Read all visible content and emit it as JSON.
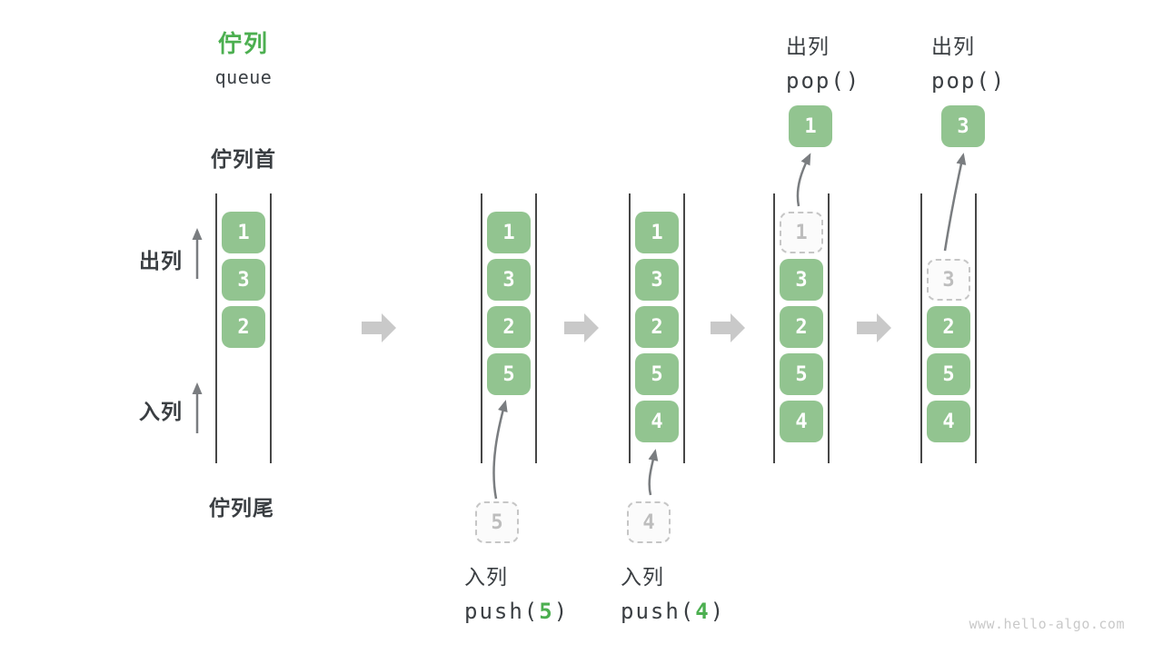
{
  "title": {
    "zh": "佇列",
    "en": "queue"
  },
  "side_labels": {
    "front": "佇列首",
    "rear": "佇列尾",
    "dequeue": "出列",
    "enqueue": "入列"
  },
  "queues": [
    {
      "cells": [
        "1",
        "3",
        "2"
      ]
    },
    {
      "cells": [
        "1",
        "3",
        "2",
        "5"
      ]
    },
    {
      "cells": [
        "1",
        "3",
        "2",
        "5",
        "4"
      ]
    },
    {
      "dashed_cell": "1",
      "cells": [
        "3",
        "2",
        "5",
        "4"
      ]
    },
    {
      "dashed_cell": "3",
      "cells": [
        "2",
        "5",
        "4"
      ]
    }
  ],
  "push_ops": [
    {
      "label": "入列",
      "code_before": "push(",
      "code_arg": "5",
      "code_after": ")",
      "pending_value": "5"
    },
    {
      "label": "入列",
      "code_before": "push(",
      "code_arg": "4",
      "code_after": ")",
      "pending_value": "4"
    }
  ],
  "pop_ops": [
    {
      "label": "出列",
      "code": "pop()",
      "popped_value": "1"
    },
    {
      "label": "出列",
      "code": "pop()",
      "popped_value": "3"
    }
  ],
  "watermark": "www.hello-algo.com",
  "colors": {
    "accent_green": "#4caf50",
    "cell_green": "#92c490",
    "block_arrow_gray": "#c9c9c9",
    "arrow_gray": "#7a7d80",
    "dashed_gray": "#c6c6c6",
    "text_dark": "#3a3e42"
  }
}
